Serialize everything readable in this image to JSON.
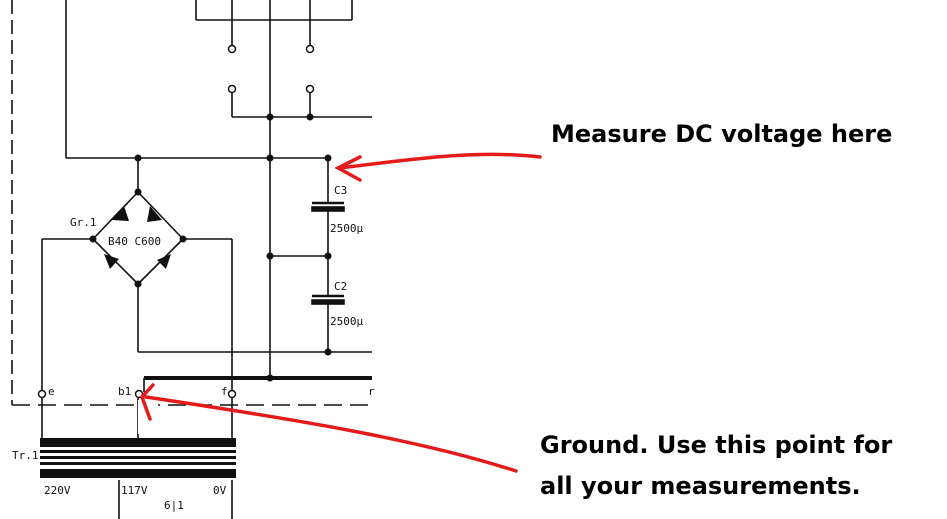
{
  "annotations": {
    "measure_dc": "Measure DC voltage here",
    "ground_line1": "Ground. Use this point for",
    "ground_line2": "all your measurements."
  },
  "labels": {
    "rectifier_id": "Gr.1",
    "rectifier_type": "B40 C600",
    "c3": "C3",
    "c3_value": "2500µ",
    "c2": "C2",
    "c2_value": "2500µ",
    "terminal_e": "e",
    "terminal_b1": "b1",
    "terminal_f": "f",
    "terminal_r": "r",
    "transformer": "Tr.1",
    "tap_220": "220V",
    "tap_117": "117V",
    "tap_0": "0V",
    "tap_6": "6|1"
  },
  "colors": {
    "line": "#111111",
    "arrow": "#e51a1a",
    "background": "#ffffff"
  }
}
